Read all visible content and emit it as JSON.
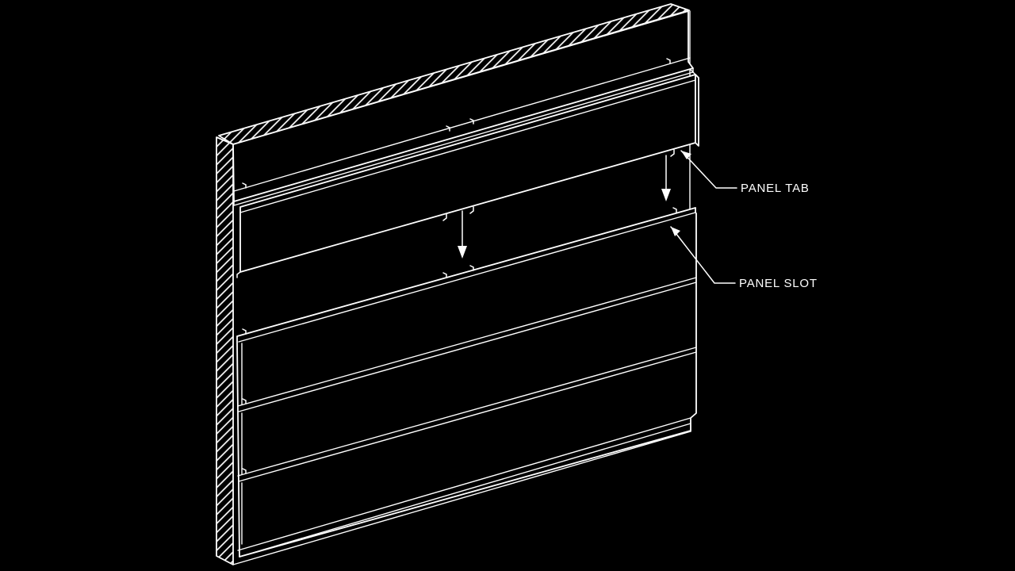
{
  "drawing": {
    "title": "panel tab and slot installation detail",
    "view": "isometric line drawing",
    "background_color": "#000000",
    "line_color": "#ffffff",
    "labels": {
      "panel_tab": "PANEL TAB",
      "panel_slot": "PANEL SLOT"
    },
    "movement_arrows": {
      "count": 2,
      "direction": "down"
    },
    "hatched_regions": [
      "wall-top-edge-section",
      "wall-left-edge-section"
    ]
  }
}
